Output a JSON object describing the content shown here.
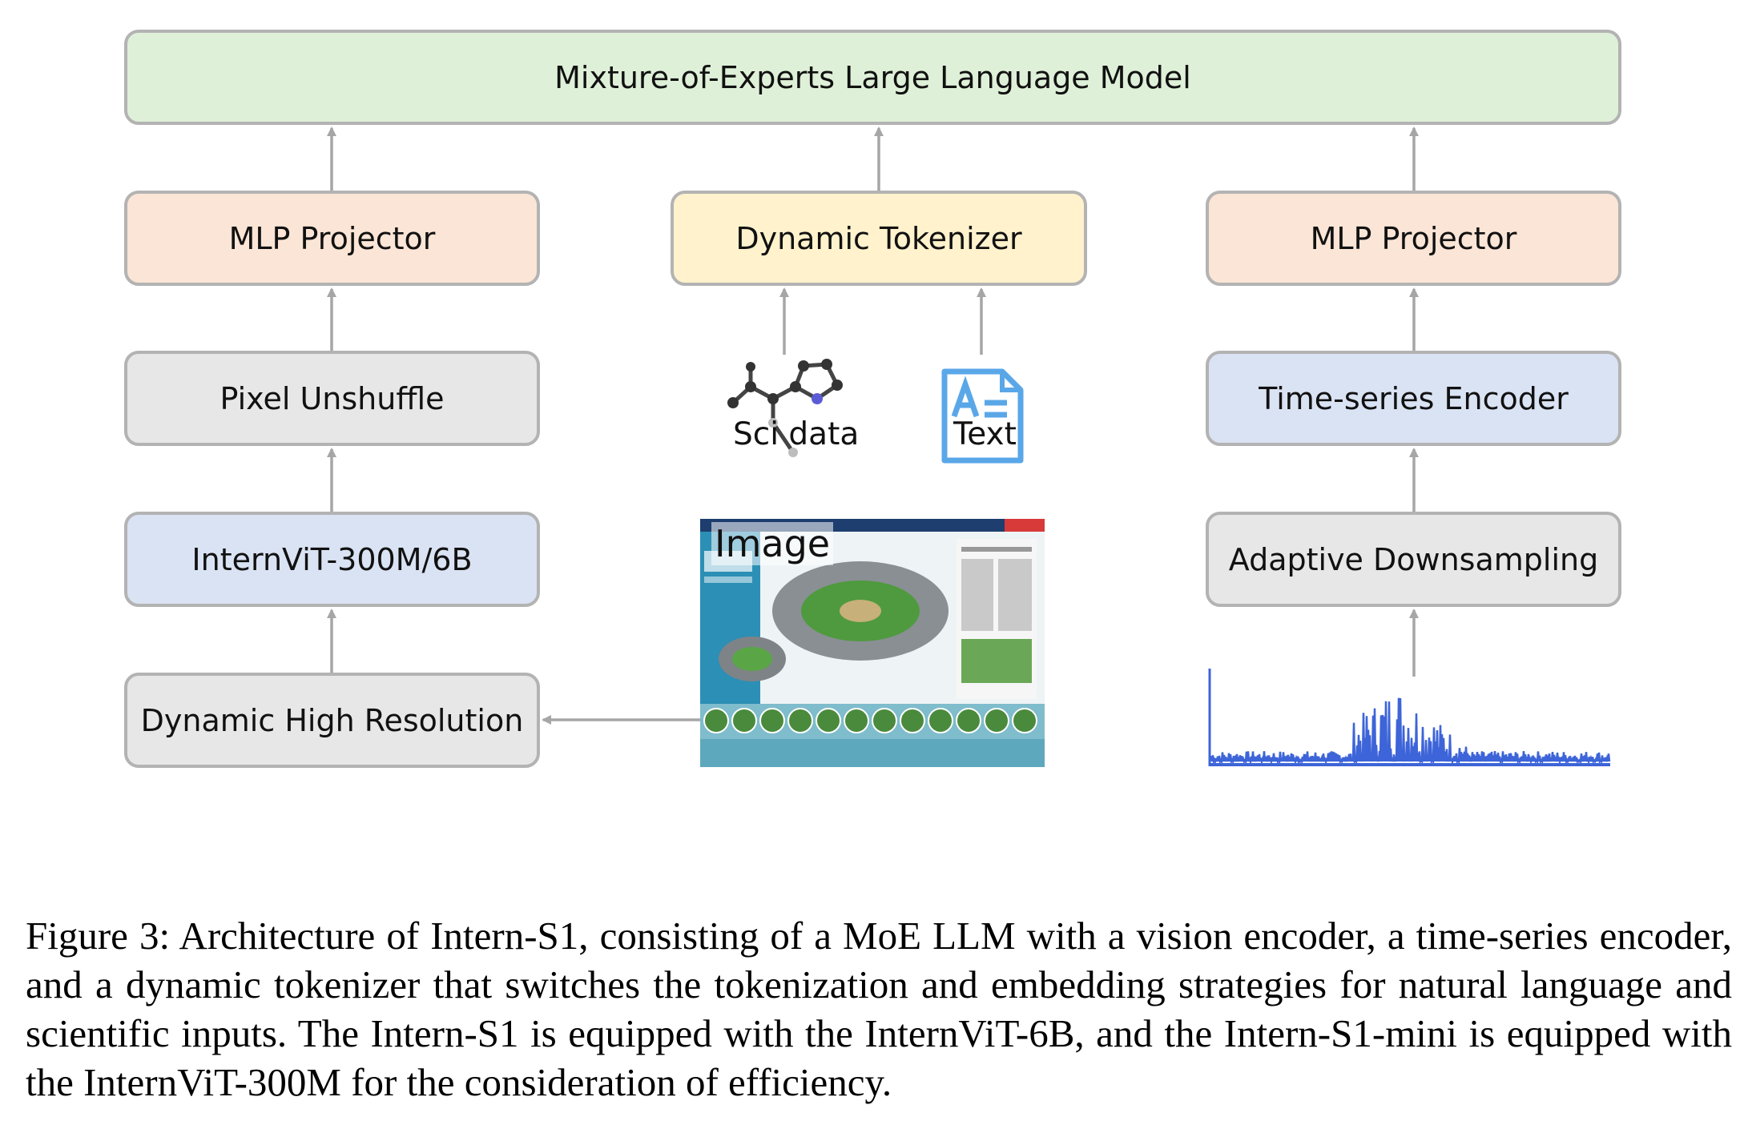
{
  "diagram": {
    "llm_label": "Mixture-of-Experts Large Language Model",
    "left_column": {
      "projector": "MLP Projector",
      "unshuffle": "Pixel Unshuffle",
      "vit": "InternViT-300M/6B",
      "dynres": "Dynamic High Resolution"
    },
    "middle_column": {
      "tokenizer": "Dynamic Tokenizer",
      "sci_label": "Sci data",
      "text_label": "Text",
      "image_label": "Image"
    },
    "right_column": {
      "projector": "MLP Projector",
      "ts_encoder": "Time-series Encoder",
      "downsampling": "Adaptive Downsampling"
    },
    "colors": {
      "llm": "#dff0d8",
      "projector": "#fbe5d6",
      "tokenizer": "#fff2cc",
      "neutral": "#e7e7e7",
      "encoder": "#dae3f3",
      "timeseries_line": "#3d64d8",
      "arrow": "#a6a6a6"
    },
    "icons": [
      "molecule-icon",
      "text-document-icon",
      "image-thumbnail",
      "time-series-plot"
    ]
  },
  "caption": "Figure 3: Architecture of Intern-S1, consisting of a MoE LLM with a vision encoder, a time-series encoder, and a dynamic tokenizer that switches the tokenization and embedding strategies for natural language and scientific inputs. The Intern-S1 is equipped with the InternViT-6B, and the Intern-S1-mini is equipped with the InternViT-300M for the consideration of efficiency."
}
